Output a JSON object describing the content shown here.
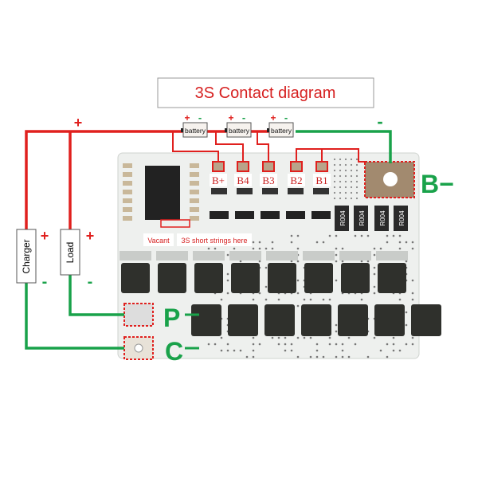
{
  "title": "3S Contact diagram",
  "batteries": [
    {
      "label": "battery",
      "plus": "+",
      "minus": "-"
    },
    {
      "label": "battery",
      "plus": "+",
      "minus": "-"
    },
    {
      "label": "battery",
      "plus": "+",
      "minus": "-"
    }
  ],
  "top_plus": "+",
  "top_minus": "-",
  "pads": [
    "B+",
    "B4",
    "B3",
    "B2",
    "B1"
  ],
  "notes": {
    "vacant": "Vacant",
    "short": "3S short strings here"
  },
  "charger": {
    "label": "Charger",
    "plus": "+",
    "minus": "-"
  },
  "load": {
    "label": "Load",
    "plus": "+",
    "minus": "-"
  },
  "terminals": {
    "b_minus": "B−",
    "p": "P",
    "c": "C"
  },
  "resistors": [
    "R004",
    "R004",
    "R004",
    "R004"
  ],
  "colors": {
    "red": "#e0201e",
    "green": "#19a24a",
    "board": "#eef0ee",
    "mosfet": "#2f302c"
  }
}
